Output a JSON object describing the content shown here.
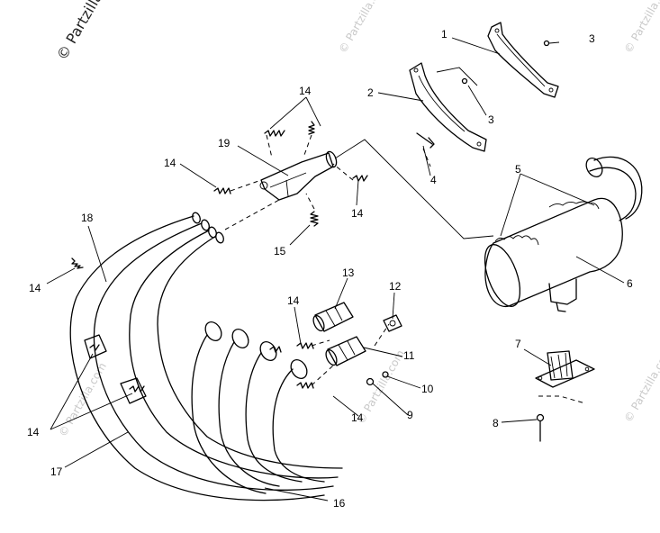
{
  "watermark": {
    "main": "© Partzilla",
    "repeat": "© Partzilla.com"
  },
  "callouts": {
    "c1": "1",
    "c2": "2",
    "c3a": "3",
    "c3b": "3",
    "c4": "4",
    "c5": "5",
    "c6": "6",
    "c7": "7",
    "c8": "8",
    "c9": "9",
    "c10": "10",
    "c11": "11",
    "c12": "12",
    "c13": "13",
    "c14a": "14",
    "c14b": "14",
    "c14c": "14",
    "c14d": "14",
    "c14e": "14",
    "c14f": "14",
    "c14g": "14",
    "c15": "15",
    "c16": "16",
    "c17": "17",
    "c18": "18",
    "c19": "19"
  }
}
